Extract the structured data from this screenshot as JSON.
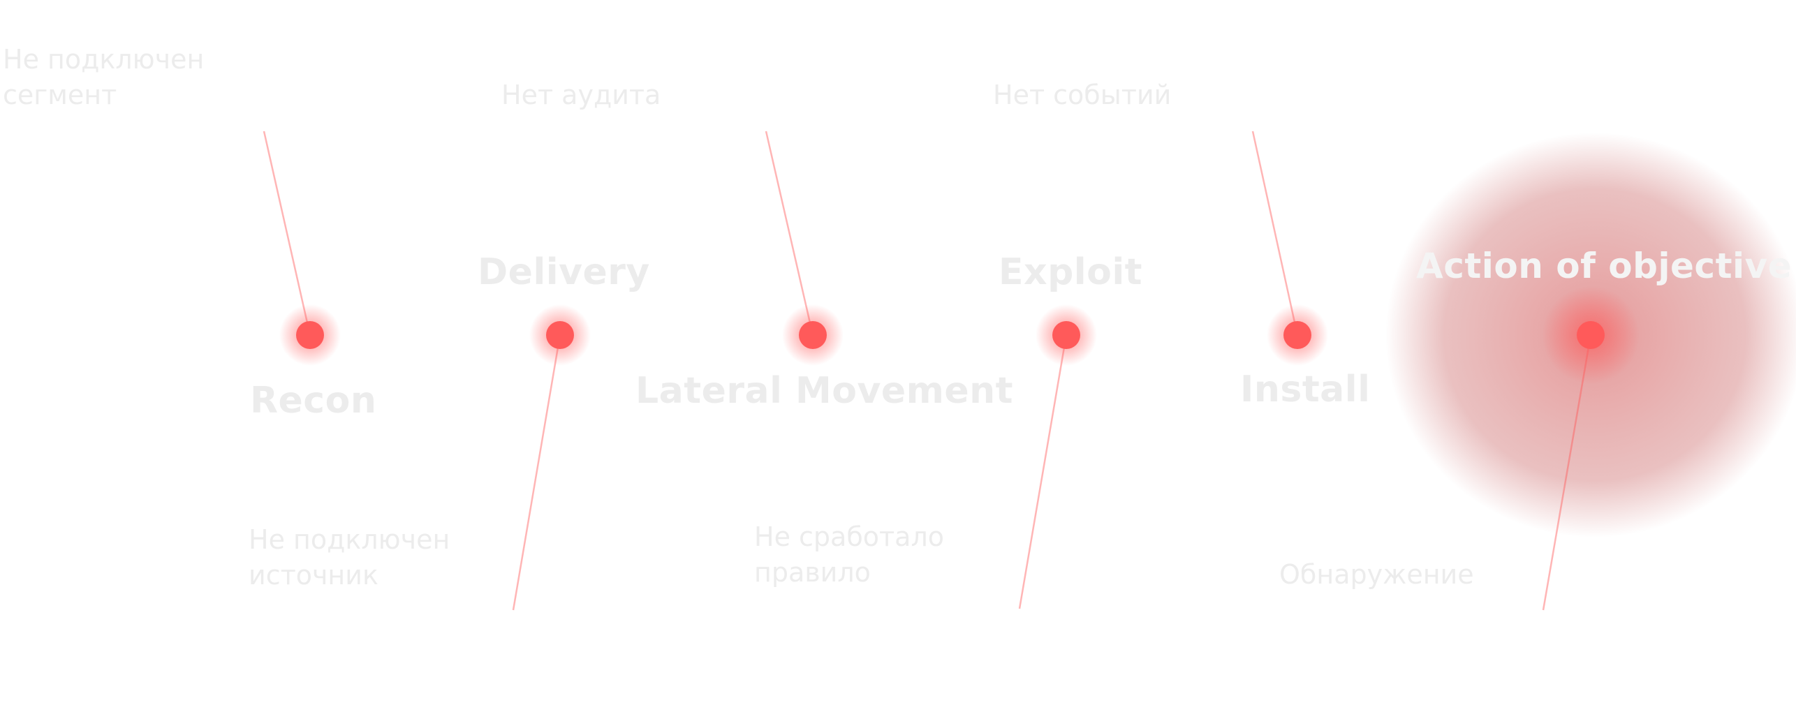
{
  "colors": {
    "accent": "#ff5a5a",
    "label": "#ececec",
    "final_label": "#f4f4f4"
  },
  "stages": [
    {
      "label": "Recon"
    },
    {
      "label": "Delivery"
    },
    {
      "label": "Lateral Movement"
    },
    {
      "label": "Exploit"
    },
    {
      "label": "Install"
    },
    {
      "label": "Action of objective"
    }
  ],
  "gaps": [
    {
      "lines": [
        "Не подключен",
        "сегмент"
      ]
    },
    {
      "lines": [
        "Не подключен",
        "источник"
      ]
    },
    {
      "lines": [
        "Нет аудита"
      ]
    },
    {
      "lines": [
        "Не сработало",
        "правило"
      ]
    },
    {
      "lines": [
        "Нет событий"
      ]
    },
    {
      "lines": [
        "Обнаружение"
      ]
    }
  ]
}
